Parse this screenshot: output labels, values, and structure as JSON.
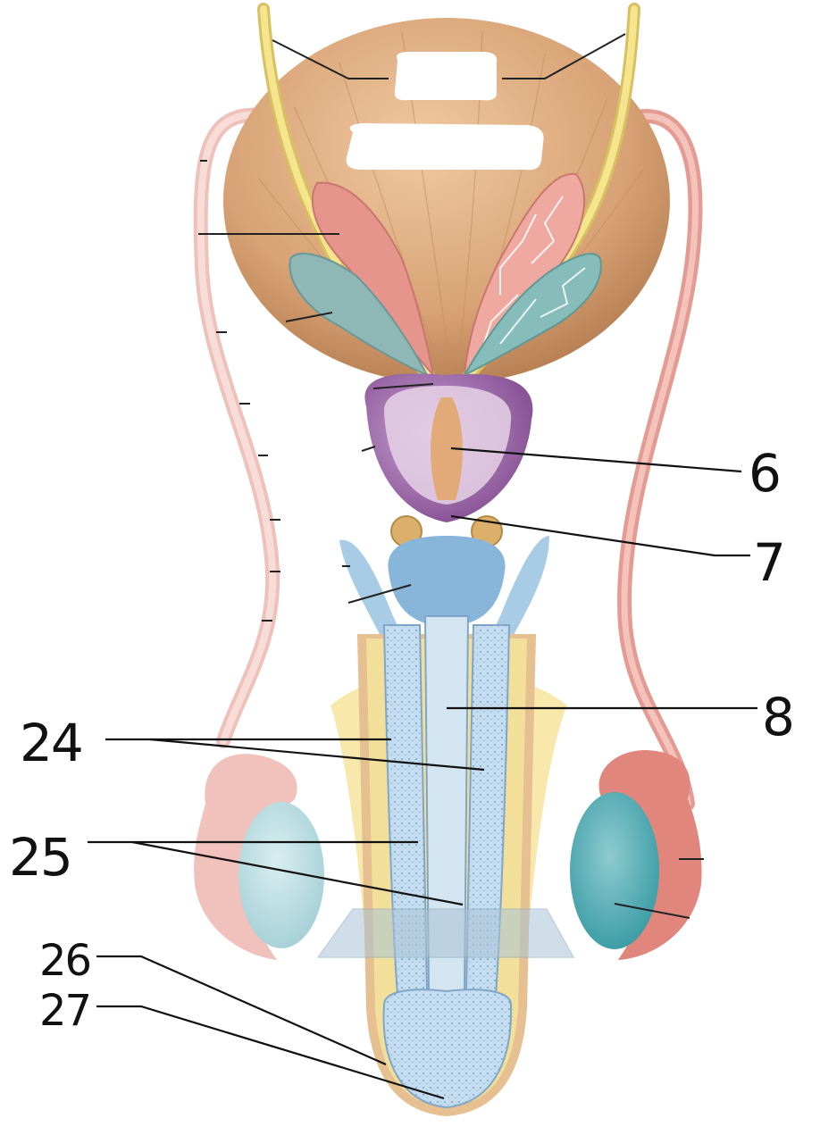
{
  "labels": {
    "l6": "6",
    "l7": "7",
    "l8": "8",
    "l24": "24",
    "l25": "25",
    "l26": "26",
    "l27": "27"
  },
  "colors": {
    "bladder": "#d9a878",
    "ureter": "#f2dd7a",
    "vas_deferens": "#f0b8ae",
    "seminal_vesicle": "#e3958c",
    "ampulla_gland": "#8fb8b8",
    "prostate": "#a877b4",
    "urethra": "#d58a45",
    "bulb": "#8fb8dc",
    "erectile_tissue": "#b9d4ea",
    "fat": "#f5e088",
    "testis": "#9fd0d6",
    "epididymis": "#e89a90",
    "section_plane": "#a9c4d6"
  }
}
